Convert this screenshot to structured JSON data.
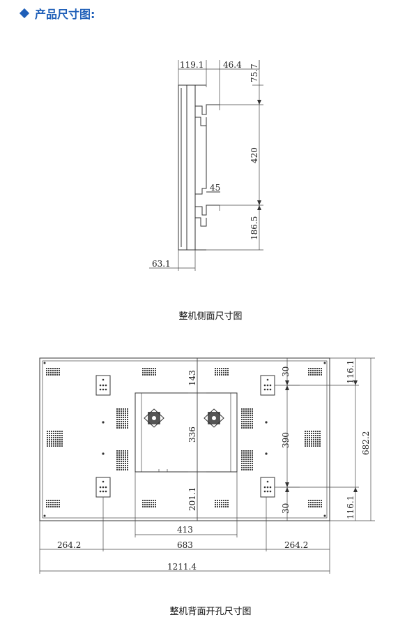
{
  "header": {
    "title": "产品尺寸图:",
    "accent_color": "#1f5fb8"
  },
  "side_view": {
    "caption": "整机侧面尺寸图",
    "dims": {
      "d_119": "119.1",
      "d_46": "46.4",
      "d_75": "75.7",
      "d_420": "420",
      "d_45": "45",
      "d_186": "186.5",
      "d_63": "63.1"
    }
  },
  "back_view": {
    "caption": "整机背面开孔尺寸图",
    "dims": {
      "d_143": "143",
      "d_336": "336",
      "d_201": "201.1",
      "d_413": "413",
      "d_30_top": "30",
      "d_390": "390",
      "d_30_bottom": "30",
      "d_116_top": "116.1",
      "d_682": "682.2",
      "d_116_bottom": "116.1",
      "d_264_left": "264.2",
      "d_683": "683",
      "d_264_right": "264.2",
      "d_1211": "1211.4"
    }
  }
}
